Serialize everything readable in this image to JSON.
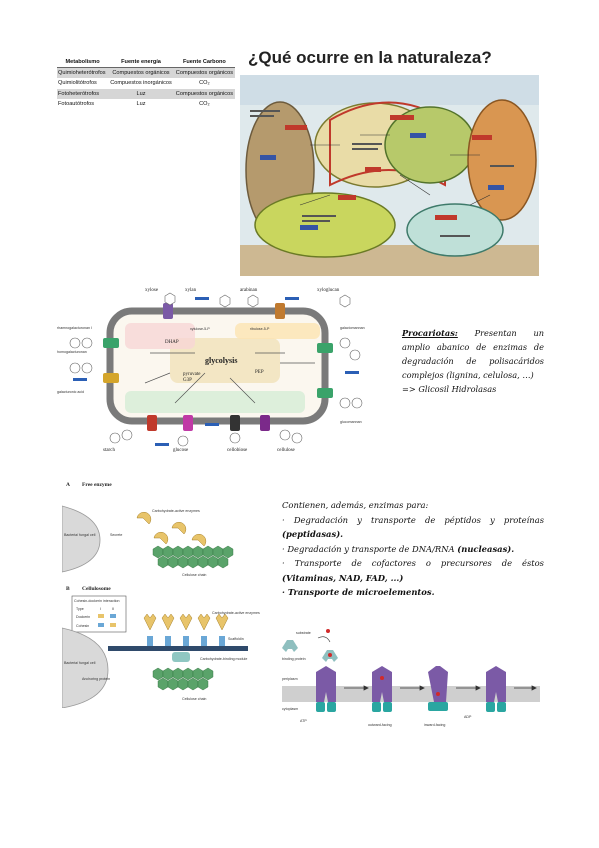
{
  "metabolism_table": {
    "headers": [
      "Metabolismo",
      "Fuente energía",
      "Fuente Carbono"
    ],
    "rows": [
      [
        "Quimioheterótrofos",
        "Compuestos orgánicos",
        "Compuestos orgánicos"
      ],
      [
        "Quimiolitótrofos",
        "Compuestos inorgánicos",
        "CO₂"
      ],
      [
        "Fotoheterótrofos",
        "Luz",
        "Compuestos orgánicos"
      ],
      [
        "Fotoautótrofos",
        "Luz",
        "CO₂"
      ]
    ]
  },
  "title": "¿Qué ocurre en la naturaleza?",
  "prokaryotes_note": {
    "heading": "Procariotas:",
    "body": "Presentan un amplio abanico de enzimas de degradación de polisacáridos complejos (lignina, celulosa, …)",
    "arrow_line": "=> Glicosil Hidrolasas"
  },
  "enzymes_note": {
    "intro": "Contienen, además, enzimas para:",
    "items": [
      {
        "text": "· Degradación y transporte de péptidos y proteínas",
        "bold": "(peptidasas)."
      },
      {
        "text": "· Degradación y transporte de DNA/RNA",
        "bold": "(nucleasas)."
      },
      {
        "text": "· Transporte de cofactores o precursores de éstos",
        "bold": "(Vitaminas, NAD, FAD, ...)"
      },
      {
        "text": "",
        "bold": "· Transporte de microelementos."
      }
    ]
  },
  "glycolysis_diagram": {
    "center_label": "glycolysis",
    "sugars": [
      "xylose",
      "xylan",
      "arabinan",
      "xyloglucan",
      "rhamnogalacturonan I",
      "homogalacturonan",
      "galacturonic acid",
      "galactomannan",
      "glucomannan",
      "starch",
      "glucose",
      "cellobiose",
      "cellulose"
    ],
    "metabolites": [
      "DHAP",
      "pyruvate",
      "G3P",
      "PEP",
      "xylulose-5-P",
      "ribulose-5-P"
    ]
  },
  "cellulosome_figure": {
    "panel_a": "A",
    "panel_a_title": "Free enzyme",
    "panel_b": "B",
    "panel_b_title": "Cellulosome",
    "labels": {
      "cell": "Bacteria/ fungal cell",
      "secrete": "Secrete",
      "cbm_enzymes": "Carbohydrate-active enzymes",
      "cellulose_chain": "Cellulose chain",
      "coh_doc": "Cohesin-dockerin interaction",
      "type": "Type",
      "type_i": "I",
      "type_ii": "II",
      "dockerin": "Dockerin",
      "cohesin": "Cohesin",
      "scaffoldin": "Scaffoldin",
      "cbm": "Carbohydrate-binding module",
      "anchoring": "Anchoring protein"
    }
  },
  "transporter_figure": {
    "substrate": "substrate",
    "binding_protein": "binding protein",
    "periplasm": "periplasm",
    "cytoplasm": "cytoplasm",
    "atp": "ATP",
    "adp": "ADP",
    "outward_facing": "outward-facing",
    "inward_facing": "inward-facing"
  },
  "colors": {
    "table_shade": "#d6d6d6",
    "membrane": "#7a7a7a",
    "glycolysis_box": "#f3e6c4",
    "transporter_purple": "#7b5aa6",
    "transporter_teal": "#2aa6a1",
    "cellulose_green": "#5aa36a",
    "enzyme_yellow": "#e8c46a"
  }
}
